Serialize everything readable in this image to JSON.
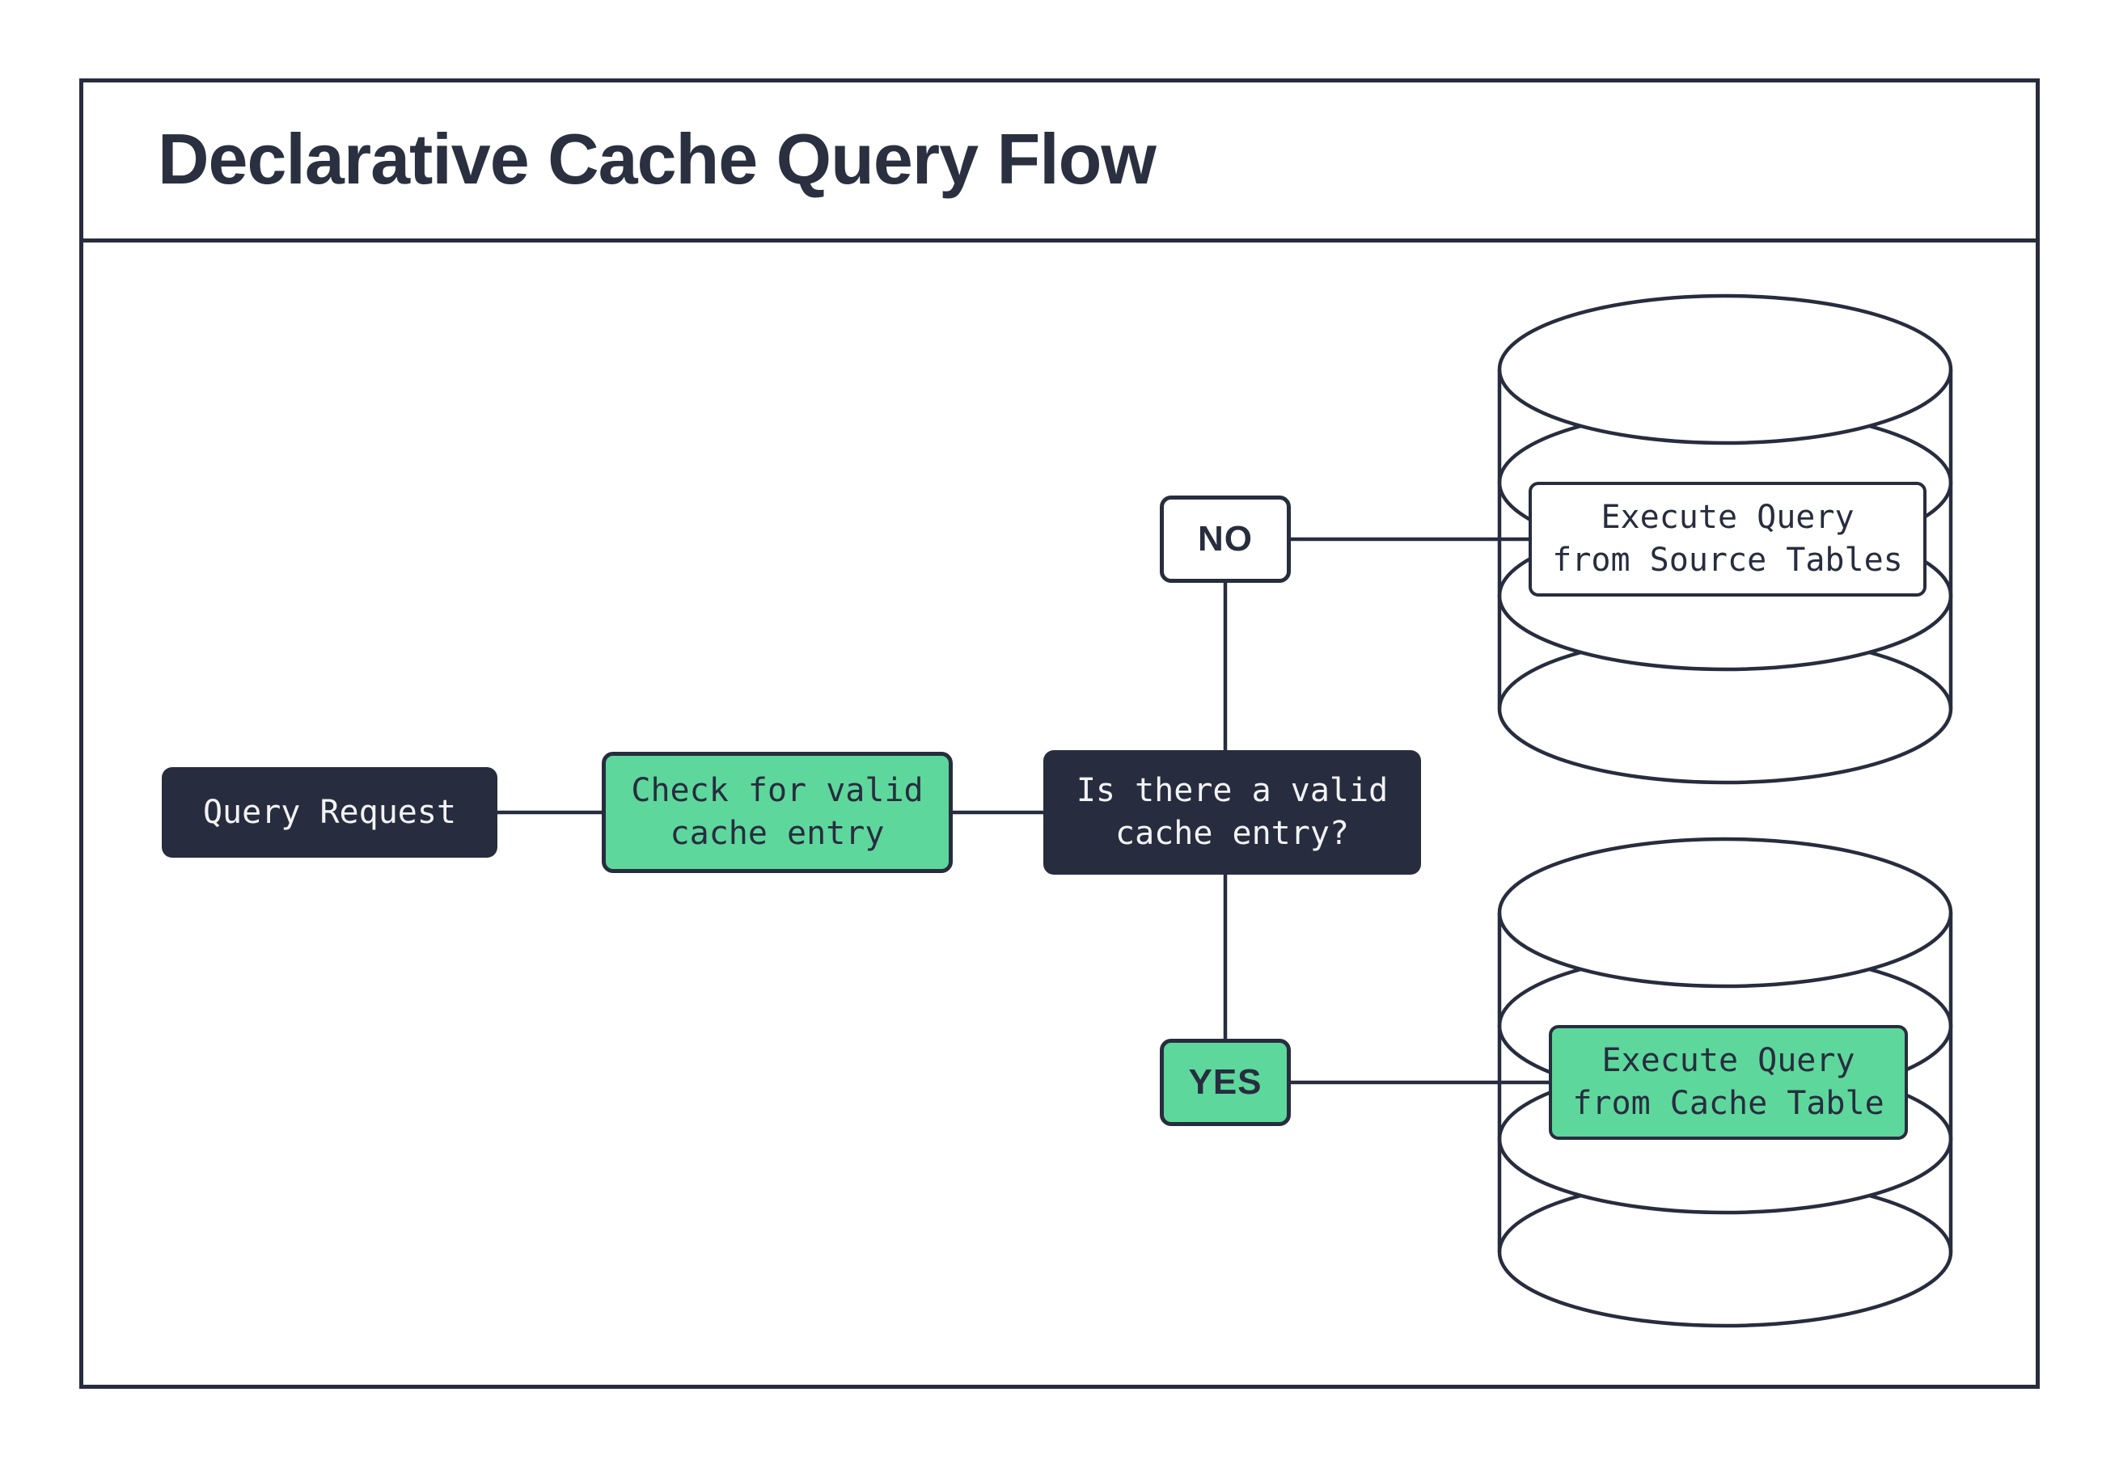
{
  "header": {
    "title": "Declarative Cache Query Flow"
  },
  "colors": {
    "ink": "#272d3e",
    "green": "#5ed79c",
    "white": "#ffffff",
    "dark_node_text": "#f2f3f5",
    "title_text": "#2a3040"
  },
  "nodes": {
    "query_request": {
      "label": "Query Request"
    },
    "check_cache": {
      "label": "Check for valid\ncache entry"
    },
    "decision": {
      "label": "Is there a valid\ncache entry?"
    },
    "branch_no": {
      "label": "NO"
    },
    "branch_yes": {
      "label": "YES"
    },
    "execute_source": {
      "label": "Execute Query\nfrom Source Tables"
    },
    "execute_cache": {
      "label": "Execute Query\nfrom Cache Table"
    }
  },
  "icons": [
    {
      "name": "database-cylinder-icon",
      "meaning": "source tables database"
    },
    {
      "name": "database-cylinder-icon",
      "meaning": "cache table database"
    }
  ]
}
